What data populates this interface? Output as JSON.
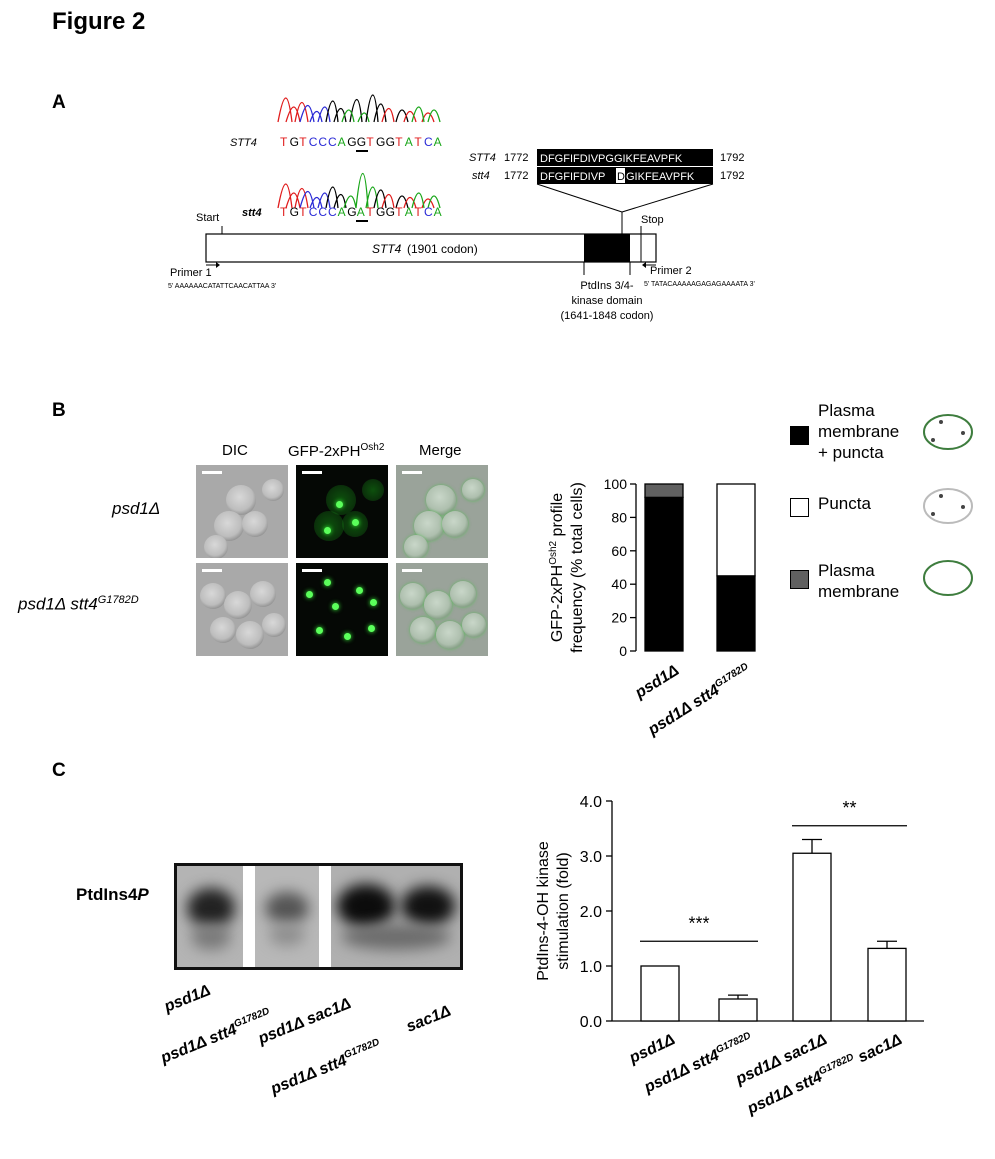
{
  "figure_title": "Figure 2",
  "panels": {
    "a": "A",
    "b": "B",
    "c": "C"
  },
  "panel_a": {
    "seq_label_wt": "STT4",
    "seq_label_mut": "stt4",
    "seq_wt": [
      "T",
      "G",
      "T",
      "C",
      "C",
      "C",
      "A",
      "G",
      "G",
      "T",
      "G",
      "G",
      "T",
      "A",
      "T",
      "C",
      "A"
    ],
    "seq_mut": [
      "T",
      "G",
      "T",
      "C",
      "C",
      "C",
      "A",
      "G",
      "A",
      "T",
      "G",
      "G",
      "T",
      "A",
      "T",
      "C",
      "A"
    ],
    "base_colors": {
      "A": "#19a619",
      "C": "#2a2ad6",
      "G": "#000000",
      "T": "#e01b1b"
    },
    "aa_wt_label": "STT4",
    "aa_mut_label": "stt4",
    "aa_start": "1772",
    "aa_end": "1792",
    "aa_wt_seq": "DFGFIFDIVPGGIKFEAVPFK",
    "aa_mut_seq_left": "DFGFIFDIVP",
    "aa_mut_seq_mid": "D",
    "aa_mut_seq_right": "GIKFEAVPFK",
    "start_label": "Start",
    "stop_label": "Stop",
    "gene_label": "STT4",
    "gene_codons": "(1901 codon)",
    "primer1_label": "Primer 1",
    "primer1_seq": "5' AAAAAACATATTCAACATTAA 3'",
    "primer2_label": "Primer 2",
    "primer2_seq": "5' TATACAAAAAGAGAGAAAATA 3'",
    "domain_line1": "PtdIns 3/4-",
    "domain_line2": "kinase domain",
    "domain_line3": "(1641-1848 codon)"
  },
  "panel_b": {
    "col_dic": "DIC",
    "col_gfp": "GFP-2xPH",
    "col_gfp_sup": "Osh2",
    "col_merge": "Merge",
    "row1": "psd1Δ",
    "row2": "psd1Δ stt4",
    "row2_sup": "G1782D",
    "legend": [
      {
        "line1": "Plasma",
        "line2": "membrane",
        "line3": "+ puncta",
        "swatch": "#000000"
      },
      {
        "line1": "Puncta",
        "swatch": "#ffffff"
      },
      {
        "line1": "Plasma",
        "line2": "membrane",
        "swatch": "#606060"
      }
    ]
  },
  "panel_c": {
    "blot_label": "PtdIns4",
    "blot_label_italic": "P",
    "lanes": [
      "psd1Δ",
      "psd1Δ stt4",
      "psd1Δ sac1Δ",
      "psd1Δ stt4",
      "sac1Δ"
    ],
    "lane_sup": "G1782D",
    "lane_intensity": [
      0.75,
      0.45,
      0.95,
      0.85
    ]
  },
  "chart_data": [
    {
      "type": "bar",
      "stacked": true,
      "categories": [
        "psd1Δ",
        "psd1Δ stt4G1782D"
      ],
      "category_sup": [
        "",
        "G1782D"
      ],
      "category_base": [
        "psd1Δ",
        "psd1Δ stt4"
      ],
      "series": [
        {
          "name": "Plasma membrane + puncta",
          "values": [
            92,
            45
          ],
          "color": "#000000"
        },
        {
          "name": "Puncta",
          "values": [
            0,
            55
          ],
          "color": "#ffffff"
        },
        {
          "name": "Plasma membrane",
          "values": [
            8,
            0
          ],
          "color": "#606060"
        }
      ],
      "ylabel_line1": "GFP-2xPH",
      "ylabel_sup": "Osh2",
      "ylabel_after": " profile",
      "ylabel_line2": "frequency (% total cells)",
      "ylim": [
        0,
        100
      ],
      "yticks": [
        "0",
        "20",
        "40",
        "60",
        "80",
        "100"
      ]
    },
    {
      "type": "bar",
      "categories": [
        "psd1Δ",
        "psd1Δ stt4G1782D",
        "psd1Δ sac1Δ",
        "psd1Δ stt4G1782D sac1Δ"
      ],
      "category_base": [
        "psd1Δ",
        "psd1Δ stt4",
        "psd1Δ sac1Δ",
        "psd1Δ stt4"
      ],
      "category_sup": [
        "",
        "G1782D",
        "",
        "G1782D"
      ],
      "category_after": [
        "",
        "",
        "",
        " sac1Δ"
      ],
      "values": [
        1.0,
        0.4,
        3.05,
        1.32
      ],
      "errors": [
        0.0,
        0.07,
        0.25,
        0.13
      ],
      "ylabel_line1": "PtdIns-4-OH kinase",
      "ylabel_line2": "stimulation (fold)",
      "ylim": [
        0,
        4
      ],
      "yticks": [
        "0.0",
        "1.0",
        "2.0",
        "3.0",
        "4.0"
      ],
      "significance": [
        {
          "label": "***",
          "from": 0,
          "to": 1,
          "y": 1.45
        },
        {
          "label": "**",
          "from": 2,
          "to": 3,
          "y": 3.55
        }
      ]
    }
  ]
}
